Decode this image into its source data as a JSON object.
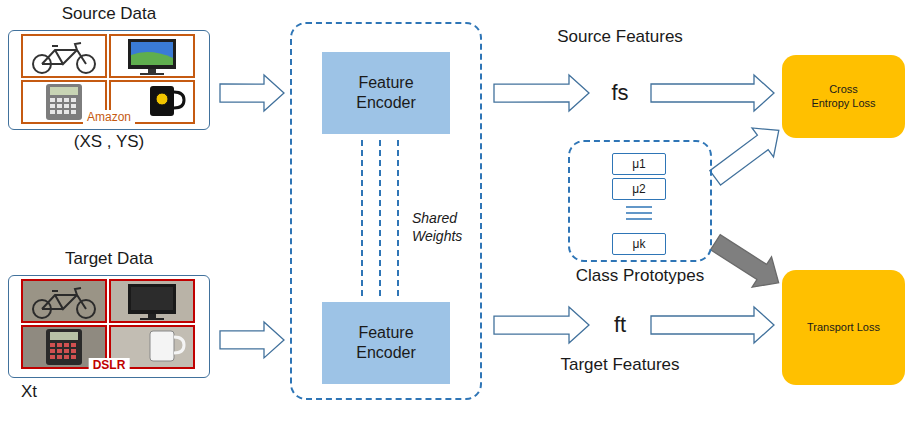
{
  "diagram": {
    "nodes": [
      {
        "text": [
          "Source Data",
          "Amazon",
          "(XS , YS)"
        ]
      },
      {
        "text": [
          "Target Data",
          "DSLR",
          "Xt"
        ]
      },
      {
        "text": [
          "Shared Weights"
        ]
      },
      {
        "text": [
          "Feature Encoder"
        ],
        "in": 2
      },
      {
        "text": [
          "Feature Encoder"
        ],
        "in": 2
      },
      {
        "text": [
          "Source Features",
          "fs"
        ]
      },
      {
        "text": [
          "Cross Entropy Loss"
        ]
      },
      {
        "text": [
          "Class Prototypes"
        ]
      },
      {
        "text": [
          "μ1"
        ],
        "in": 7
      },
      {
        "text": [
          "μ2"
        ],
        "in": 7
      },
      {
        "text": [
          "μk"
        ],
        "in": 7
      },
      {
        "text": [
          "Transport Loss"
        ]
      },
      {
        "text": [
          "ft",
          "Target Features"
        ]
      }
    ],
    "edges": [
      {
        "from": 0,
        "to": 2,
        "arrow": "to"
      },
      {
        "from": 1,
        "to": 2,
        "arrow": "to"
      },
      {
        "from": 2,
        "to": 5,
        "arrow": "to"
      },
      {
        "from": 5,
        "to": 6,
        "arrow": "to"
      },
      {
        "from": 7,
        "to": 6,
        "arrow": "to"
      },
      {
        "from": 7,
        "to": 11,
        "arrow": "to"
      },
      {
        "from": 2,
        "to": 12,
        "arrow": "to"
      },
      {
        "from": 12,
        "to": 11,
        "arrow": "to"
      }
    ]
  }
}
